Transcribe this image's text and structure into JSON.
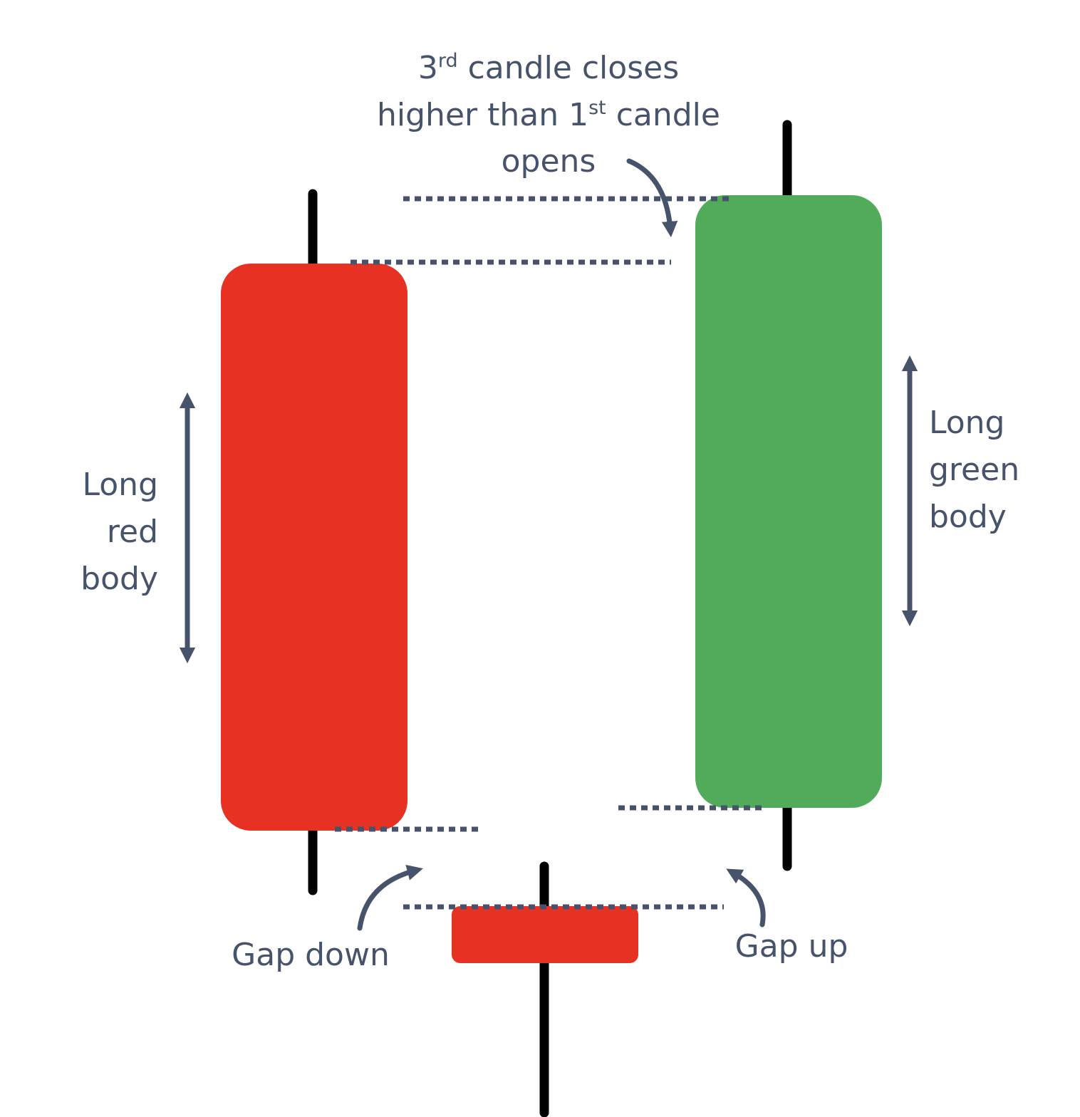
{
  "colors": {
    "bearish": "#e73223",
    "bullish": "#51ab5b",
    "wick": "#000000",
    "annotation": "#47536b",
    "background": "#ffffff"
  },
  "candles": [
    {
      "position": "first",
      "color": "red",
      "direction": "bearish",
      "body": "long"
    },
    {
      "position": "second",
      "color": "red",
      "direction": "bearish",
      "body": "small"
    },
    {
      "position": "third",
      "color": "green",
      "direction": "bullish",
      "body": "long"
    }
  ],
  "annotations": {
    "top": {
      "line1_pre": "3",
      "line1_sup": "rd",
      "line1_post": " candle closes",
      "line2_pre": "higher than 1",
      "line2_sup": "st",
      "line2_post": " candle",
      "line3": "opens"
    },
    "left_label": [
      "Long",
      "red",
      "body"
    ],
    "right_label": [
      "Long",
      "green",
      "body"
    ],
    "gap_down": "Gap down",
    "gap_up": "Gap up"
  }
}
